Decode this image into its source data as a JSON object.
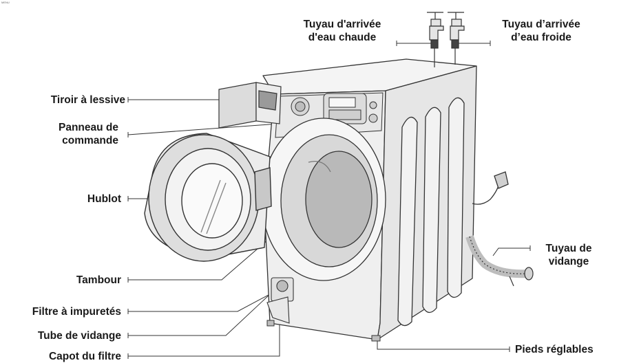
{
  "corner_mark": "MENU",
  "labels": {
    "hot_hose": [
      "Tuyau d'arrivée",
      "d'eau chaude"
    ],
    "cold_hose": [
      "Tuyau d’arrivée",
      "d’eau froide"
    ],
    "detergent_drawer": "Tiroir à lessive",
    "control_panel": [
      "Panneau de",
      "commande"
    ],
    "door": "Hublot",
    "drum": "Tambour",
    "debris_filter": "Filtre à impuretés",
    "drain_tube": "Tube de vidange",
    "filter_cover": "Capot du filtre",
    "drain_hose": [
      "Tuyau de",
      "vidange"
    ],
    "levelling_feet": "Pieds réglables"
  }
}
